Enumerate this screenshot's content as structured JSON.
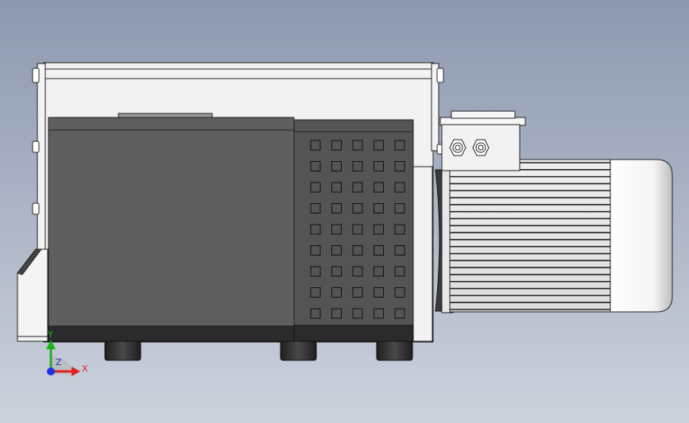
{
  "viewport": {
    "background_top": "#8d99b0",
    "background_bottom": "#cdd2dd"
  },
  "model": {
    "housing_color": "#f2f2f2",
    "pump_body_color": "#5f5f5f",
    "pump_base_color": "#2b2b2b",
    "vent_panel_color": "#545454",
    "motor_fin_color": "#e8e8e8",
    "feet_color": "#333333",
    "vent_grid": {
      "rows": 9,
      "cols": 5
    },
    "motor_fin_count": 22,
    "cable_gland_count": 2
  },
  "triad": {
    "x_label": "X",
    "y_label": "Y",
    "z_label": "Z",
    "x_color": "#e02020",
    "y_color": "#20b020",
    "z_color": "#2030e0"
  }
}
